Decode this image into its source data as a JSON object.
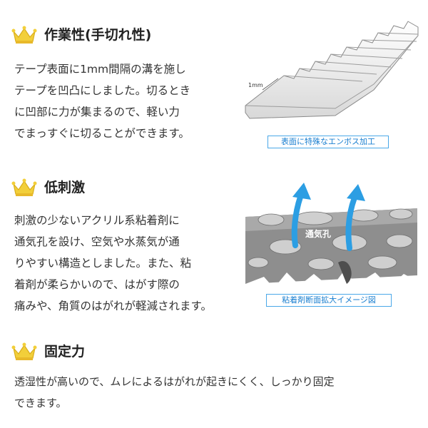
{
  "sections": [
    {
      "title": "作業性(手切れ性)",
      "lines": [
        "テープ表面に1mm間隔の溝を施し",
        "テープを凹凸にしました。切るとき",
        "に凹部に力が集まるので、軽い力",
        "でまっすぐに切ることができます。"
      ],
      "figure": {
        "dimension_label": "1mm",
        "caption": "表面に特殊なエンボス加工"
      }
    },
    {
      "title": "低刺激",
      "lines": [
        "刺激の少ないアクリル系粘着剤に",
        "通気孔を設け、空気や水蒸気が通",
        "りやすい構造としました。また、粘",
        "着剤が柔らかいので、はがす際の",
        "痛みや、角質のはがれが軽減されます。"
      ],
      "figure": {
        "label": "通気孔",
        "caption": "粘着剤断面拡大イメージ図"
      }
    },
    {
      "title": "固定力",
      "lines": [
        "透湿性が高いので、ムレによるはがれが起きにくく、しっかり固定",
        "できます。"
      ]
    }
  ],
  "icons": {
    "crown": "crown-icon",
    "arrow": "up-arrow-icon"
  },
  "colors": {
    "crown_fill": "#f2cf3a",
    "title_highlight": "#dfe4f6",
    "caption_blue": "#1a7fd0",
    "arrow_blue": "#2c9ee3"
  }
}
